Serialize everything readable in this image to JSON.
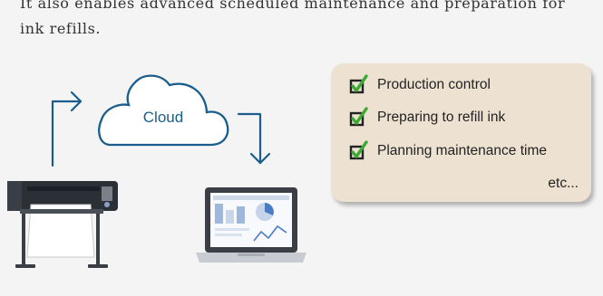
{
  "intro": {
    "line1": "It also enables advanced scheduled maintenance and preparation for",
    "line2": "ink refills."
  },
  "diagram": {
    "cloud_label": "Cloud",
    "accent_color": "#1a5d8c",
    "check_color": "#3aaa35",
    "box_color": "#ede2d2"
  },
  "features": {
    "items": [
      {
        "label": "Production control",
        "icon": "checkbox-checked-icon"
      },
      {
        "label": "Preparing to refill ink",
        "icon": "checkbox-checked-icon"
      },
      {
        "label": "Planning maintenance time",
        "icon": "checkbox-checked-icon"
      }
    ],
    "etc": "etc..."
  }
}
